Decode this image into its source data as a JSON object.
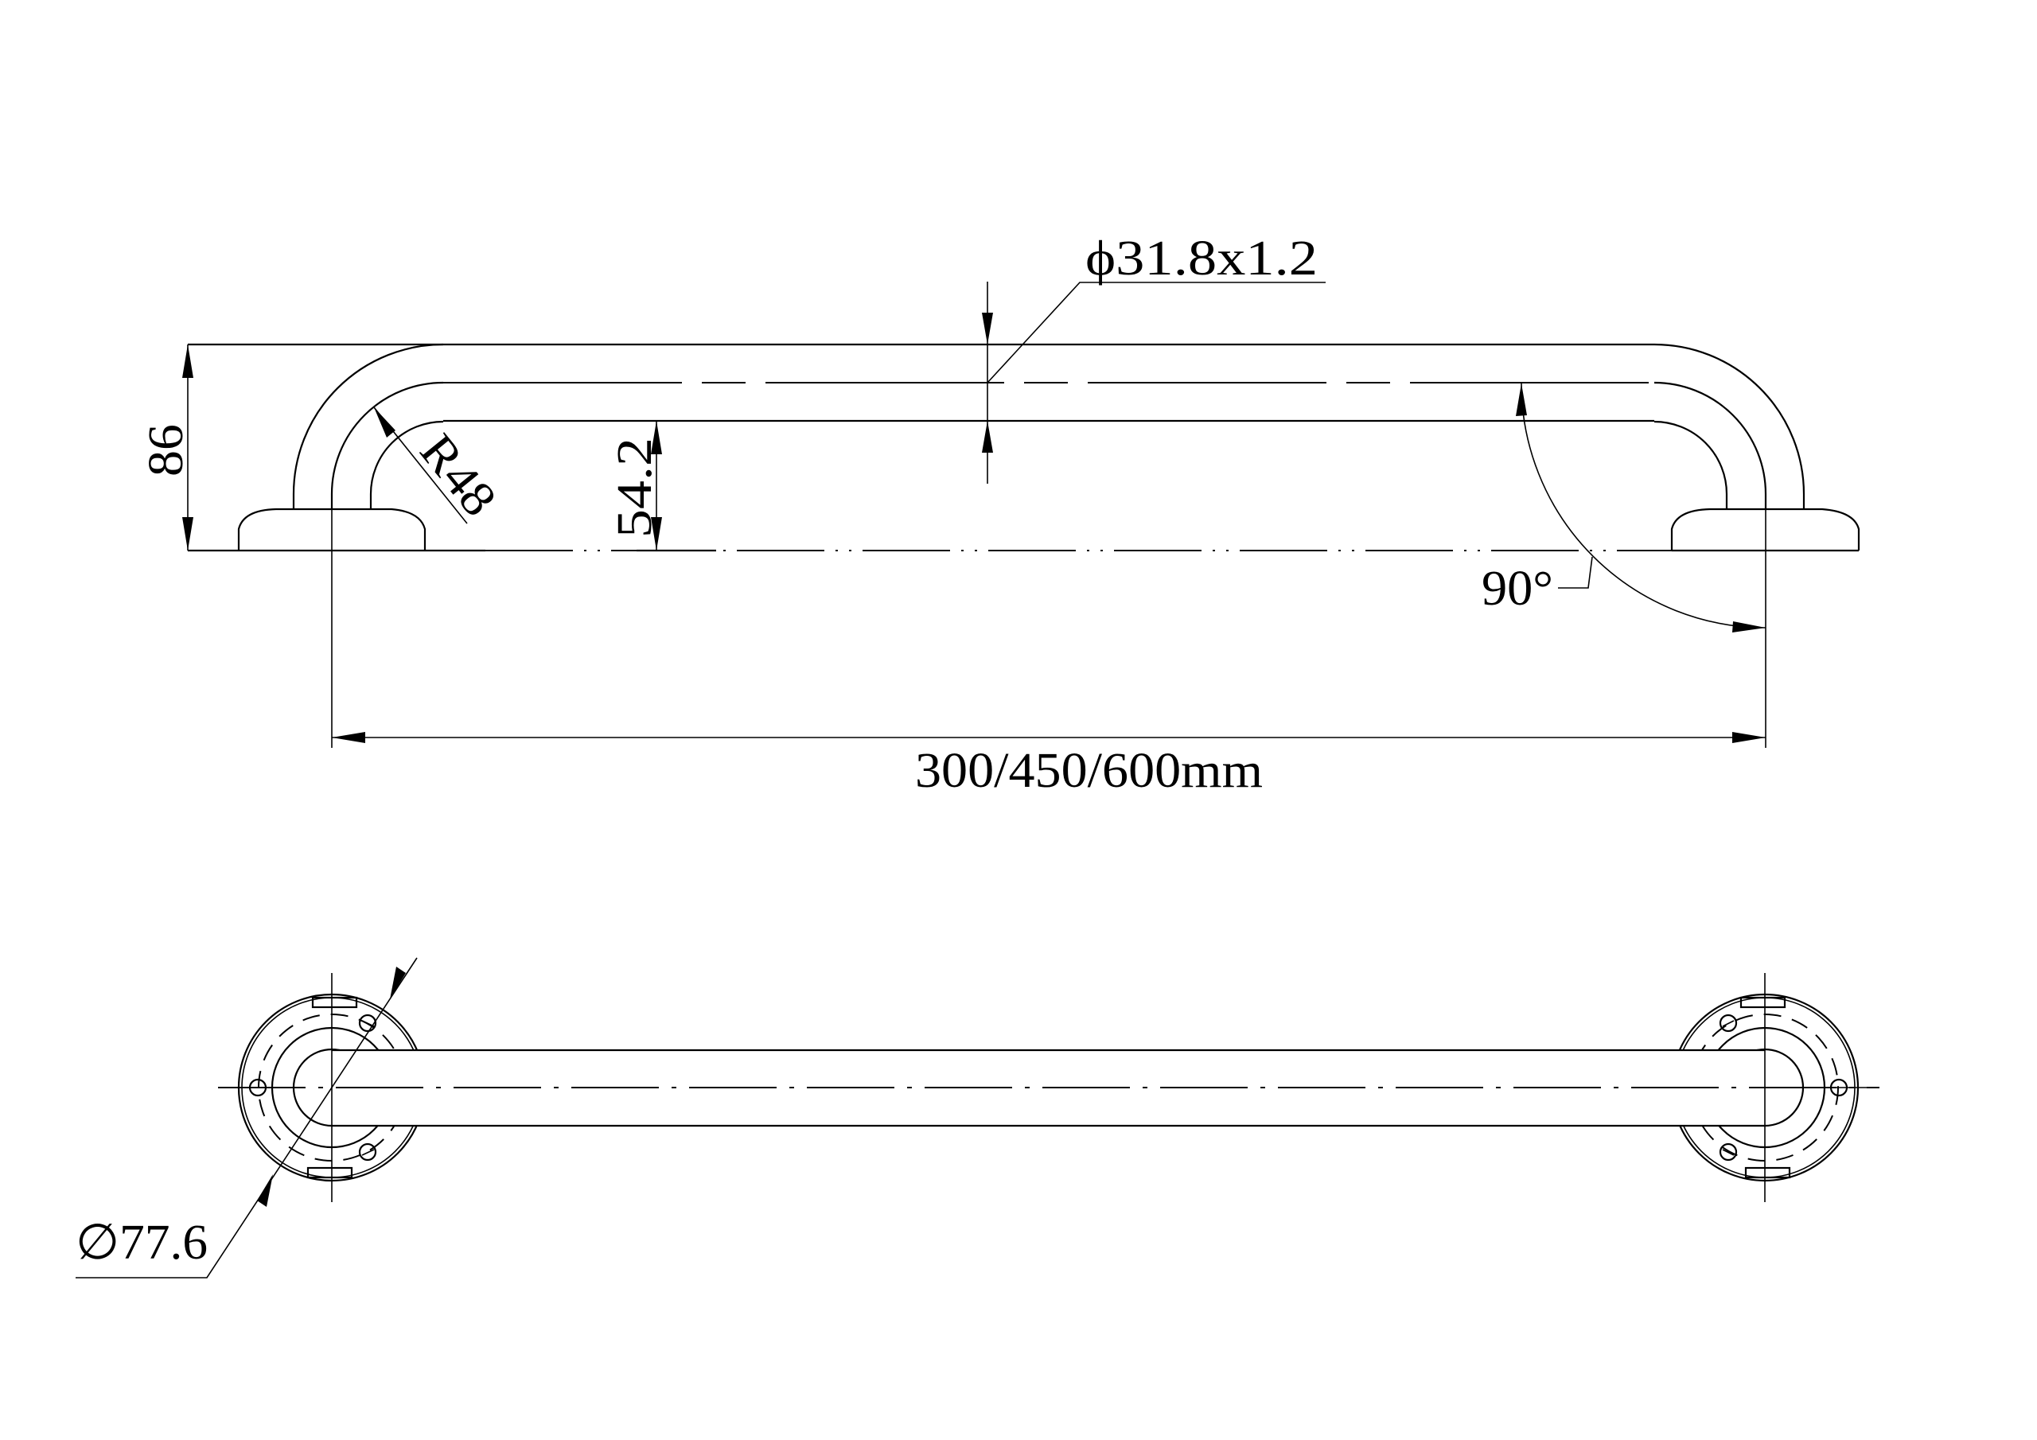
{
  "drawing": {
    "title": "Grab bar technical drawing",
    "side_view": {
      "overall_height": "86",
      "tube_spec": "ϕ31.8x1.2",
      "bend_radius": "R48",
      "clear_height": "54.2",
      "angle": "90°",
      "length": "300/450/600mm"
    },
    "top_view": {
      "flange_diameter": "∅77.6"
    },
    "line_color": "#000000",
    "background": "#ffffff"
  }
}
